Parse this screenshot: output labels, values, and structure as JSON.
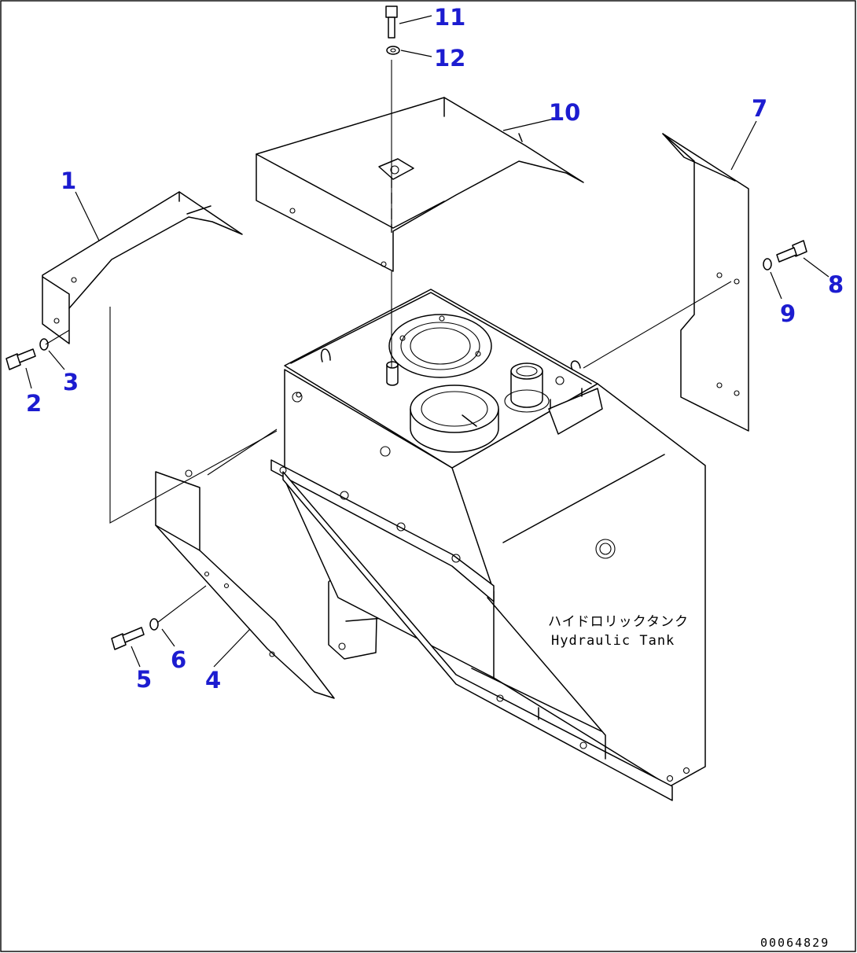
{
  "diagram": {
    "callouts": {
      "c1": "1",
      "c2": "2",
      "c3": "3",
      "c4": "4",
      "c5": "5",
      "c6": "6",
      "c7": "7",
      "c8": "8",
      "c9": "9",
      "c10": "10",
      "c11": "11",
      "c12": "12"
    },
    "tank_label_jp": "ハイドロリックタンク",
    "tank_label_en": "Hydraulic Tank",
    "drawing_number": "00064829",
    "callout_color": "#1c1cd0",
    "line_color": "#000000"
  }
}
